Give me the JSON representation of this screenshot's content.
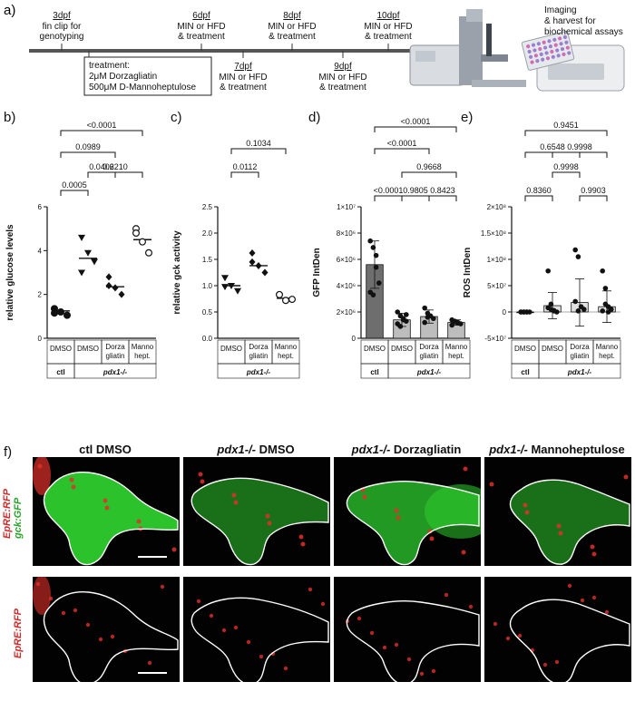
{
  "panel_labels": {
    "a": "a)",
    "b": "b)",
    "c": "c)",
    "d": "d)",
    "e": "e)",
    "f": "f)"
  },
  "timeline": {
    "events_top": [
      {
        "day": "3dpf",
        "text": [
          "fin clip for",
          "genotyping"
        ]
      },
      {
        "day": "6dpf",
        "text": [
          "MIN or HFD",
          "& treatment"
        ]
      },
      {
        "day": "8dpf",
        "text": [
          "MIN or HFD",
          "& treatment"
        ]
      },
      {
        "day": "10dpf",
        "text": [
          "MIN or HFD",
          "& treatment"
        ]
      }
    ],
    "events_bottom": [
      {
        "day": "7dpf",
        "text": [
          "MIN or HFD",
          "& treatment"
        ]
      },
      {
        "day": "9dpf",
        "text": [
          "MIN or HFD",
          "& treatment"
        ]
      }
    ],
    "treatment_box": [
      "treatment:",
      "2μM Dorzagliatin",
      "500μM D-Mannoheptulose"
    ],
    "imaging_text": [
      "Imaging",
      "& harvest for",
      "biochemical assays"
    ]
  },
  "group_table": {
    "ctl": "ctl",
    "pdx": "pdx1-/-",
    "cols4": [
      "DMSO",
      "DMSO",
      "Dorza gliatin",
      "Manno hept."
    ],
    "cols3": [
      "DMSO",
      "Dorza gliatin",
      "Manno hept."
    ]
  },
  "chart_data": [
    {
      "id": "b",
      "type": "scatter",
      "ylabel": "relative glucose levels",
      "ylim": [
        0,
        6
      ],
      "yticks": [
        "0",
        "2",
        "4",
        "6"
      ],
      "categories": [
        "DMSO",
        "DMSO",
        "Dorza gliatin",
        "Manno hept."
      ],
      "groups": [
        {
          "marker": "circle",
          "fill": true,
          "points": [
            1.35,
            1.2,
            1.05,
            1.15
          ],
          "mean": 1.25
        },
        {
          "marker": "triangle-down",
          "fill": true,
          "points": [
            4.6,
            3.9,
            3.5,
            3.0
          ],
          "mean": 3.65
        },
        {
          "marker": "diamond",
          "fill": true,
          "points": [
            2.8,
            2.3,
            2.0,
            2.4
          ],
          "mean": 2.35
        },
        {
          "marker": "circle",
          "fill": false,
          "points": [
            5.0,
            4.4,
            3.9,
            4.8
          ],
          "mean": 4.5
        }
      ],
      "comparisons": [
        {
          "from": 0,
          "to": 1,
          "label": "0.0005"
        },
        {
          "from": 1,
          "to": 2,
          "label": "0.0406"
        },
        {
          "from": 1,
          "to": 3,
          "label": "0.2210"
        },
        {
          "from": 0,
          "to": 2,
          "label": "0.0989"
        },
        {
          "from": 0,
          "to": 3,
          "label": "<0.0001"
        }
      ]
    },
    {
      "id": "c",
      "type": "scatter",
      "ylabel": "relative gck activity",
      "ylim": [
        0,
        2.5
      ],
      "yticks": [
        "0.0",
        "0.5",
        "1.0",
        "1.5",
        "2.0",
        "2.5"
      ],
      "categories": [
        "DMSO",
        "Dorza gliatin",
        "Manno hept."
      ],
      "groups": [
        {
          "marker": "triangle-down",
          "fill": true,
          "points": [
            1.15,
            1.0,
            0.9,
            0.98
          ],
          "mean": 1.0
        },
        {
          "marker": "diamond",
          "fill": true,
          "points": [
            1.62,
            1.38,
            1.25,
            1.45
          ],
          "mean": 1.38
        },
        {
          "marker": "circle",
          "fill": false,
          "points": [
            0.83,
            0.72,
            0.74
          ],
          "mean": 0.76
        }
      ],
      "comparisons": [
        {
          "from": 0,
          "to": 1,
          "label": "0.0112"
        },
        {
          "from": 0,
          "to": 2,
          "label": "0.1034"
        }
      ]
    },
    {
      "id": "d",
      "type": "bar",
      "ylabel": "GFP IntDen",
      "ylim": [
        0,
        10000000
      ],
      "yticks": [
        "0",
        "2×10⁶",
        "4×10⁶",
        "6×10⁶",
        "8×10⁶",
        "1×10⁷"
      ],
      "categories": [
        "DMSO",
        "DMSO",
        "Dorza gliatin",
        "Manno hept."
      ],
      "bar_colors": [
        "#6e6e6e",
        "#bdbdbd",
        "#bdbdbd",
        "#bdbdbd"
      ],
      "values": [
        5600000,
        1400000,
        1650000,
        1200000
      ],
      "errors": [
        1800000,
        500000,
        500000,
        200000
      ],
      "points": [
        [
          7400000,
          6900000,
          6300000,
          4200000,
          3500000,
          3300000,
          5400000
        ],
        [
          2000000,
          1700000,
          1500000,
          1300000,
          1100000,
          900000,
          1400000,
          1800000
        ],
        [
          2300000,
          1900000,
          1700000,
          1500000,
          1200000,
          1600000
        ],
        [
          1400000,
          1300000,
          1200000,
          1100000,
          1000000,
          1250000,
          1150000
        ]
      ],
      "comparisons": [
        {
          "from": 0,
          "to": 1,
          "label": "<0.0001"
        },
        {
          "from": 1,
          "to": 2,
          "label": "0.9805"
        },
        {
          "from": 2,
          "to": 3,
          "label": "0.8423"
        },
        {
          "from": 1,
          "to": 3,
          "label": "0.9668"
        },
        {
          "from": 0,
          "to": 2,
          "label": "<0.0001"
        },
        {
          "from": 0,
          "to": 3,
          "label": "<0.0001"
        }
      ]
    },
    {
      "id": "e",
      "type": "bar",
      "ylabel": "ROS IntDen",
      "ylim": [
        -50000000,
        200000000
      ],
      "yticks": [
        "-5×10⁷",
        "0",
        "5×10⁷",
        "1×10⁸",
        "1.5×10⁸",
        "2×10⁸"
      ],
      "categories": [
        "DMSO",
        "DMSO",
        "Dorza gliatin",
        "Manno hept."
      ],
      "bar_colors": [
        "#e0e0e0",
        "#e0e0e0",
        "#e0e0e0",
        "#e0e0e0"
      ],
      "values": [
        0,
        12000000,
        18000000,
        10000000
      ],
      "errors": [
        500000,
        25000000,
        45000000,
        30000000
      ],
      "points": [
        [
          0,
          0,
          0,
          0,
          0,
          0,
          0
        ],
        [
          78000000,
          5000000,
          2000000,
          0,
          8000000,
          15000000,
          3000000
        ],
        [
          118000000,
          105000000,
          10000000,
          5000000,
          20000000,
          2000000
        ],
        [
          78000000,
          45000000,
          10000000,
          5000000,
          2000000,
          15000000,
          0
        ]
      ],
      "comparisons": [
        {
          "from": 0,
          "to": 1,
          "label": "0.8360"
        },
        {
          "from": 2,
          "to": 3,
          "label": "0.9903"
        },
        {
          "from": 1,
          "to": 2,
          "label": "0.9998"
        },
        {
          "from": 0,
          "to": 2,
          "label": "0.6548"
        },
        {
          "from": 1,
          "to": 3,
          "label": "0.9998"
        },
        {
          "from": 0,
          "to": 3,
          "label": "0.9451"
        }
      ]
    }
  ],
  "micrographs": {
    "titles": [
      {
        "genotype": "",
        "treatment": "ctl DMSO"
      },
      {
        "genotype": "pdx1-/-",
        "treatment": " DMSO"
      },
      {
        "genotype": "pdx1-/-",
        "treatment": " Dorzagliatin"
      },
      {
        "genotype": "pdx1-/-",
        "treatment": " Mannoheptulose"
      }
    ],
    "row1_label_green": "gck:GFP",
    "row1_label_red": "EpRE:RFP",
    "row2_label_red": "EpRE:RFP",
    "colors": {
      "gfp": "#2ecc2e",
      "rfp": "#e0302a",
      "outline": "#ffffff"
    }
  }
}
